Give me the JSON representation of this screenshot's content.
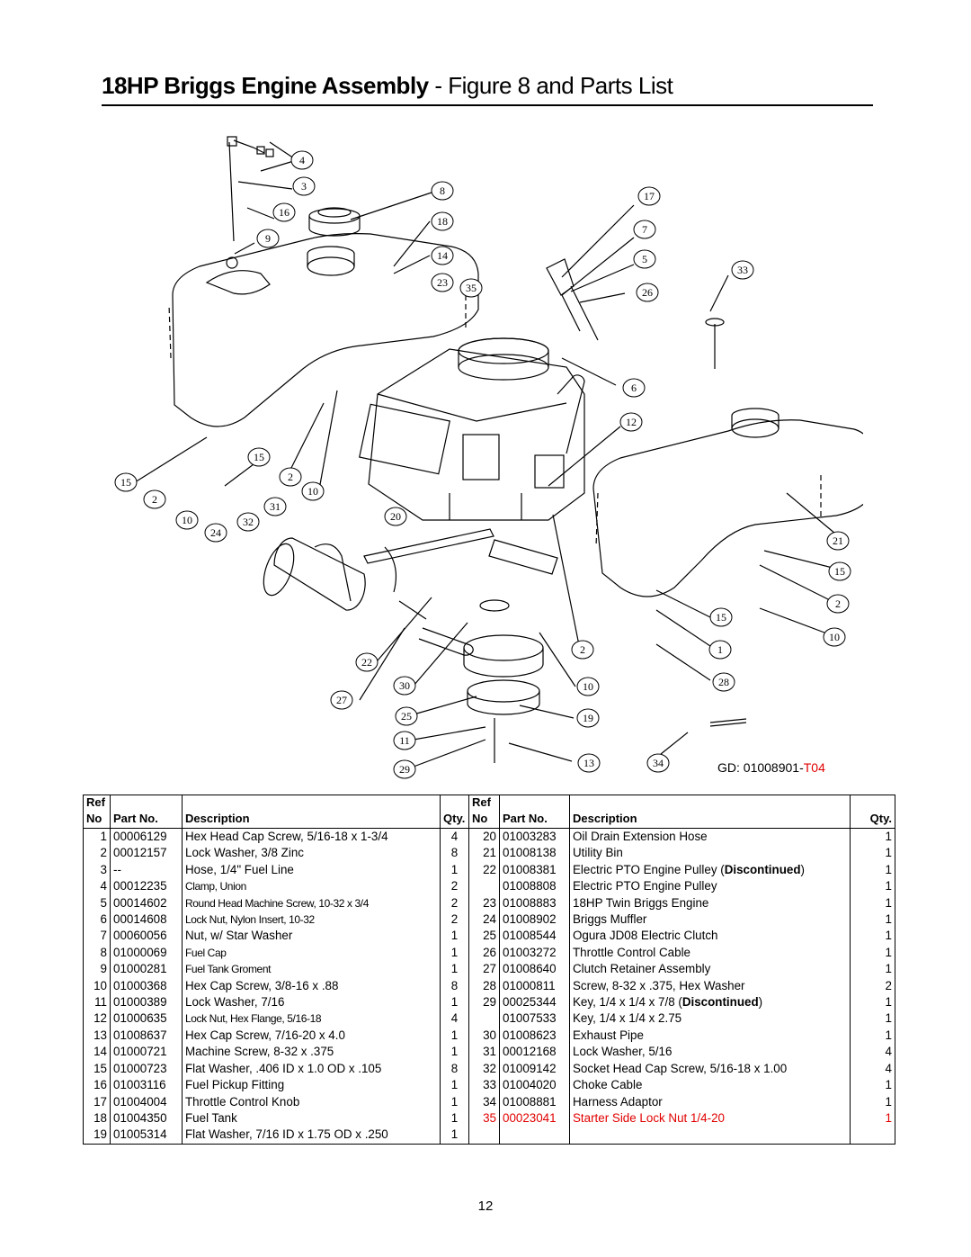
{
  "title": {
    "bold": "18HP Briggs Engine Assembly",
    "rest": " - Figure 8 and Parts List"
  },
  "drawing_id": {
    "prefix": "GD: 01008901-",
    "suffix": "T04"
  },
  "callouts": [
    "4",
    "3",
    "16",
    "9",
    "8",
    "18",
    "14",
    "23",
    "35",
    "17",
    "7",
    "5",
    "33",
    "26",
    "6",
    "12",
    "15",
    "2",
    "10",
    "15",
    "2",
    "10",
    "31",
    "32",
    "24",
    "20",
    "21",
    "15",
    "2",
    "15",
    "10",
    "1",
    "2",
    "28",
    "22",
    "30",
    "27",
    "10",
    "25",
    "19",
    "11",
    "13",
    "34",
    "29"
  ],
  "table": {
    "header": {
      "ref1": "Ref",
      "no": "No",
      "part": "Part No.",
      "desc": "Description",
      "qty": "Qty."
    },
    "left": [
      {
        "ref": "1",
        "part": "00006129",
        "desc": "Hex Head Cap Screw, 5/16-18 x 1-3/4",
        "qty": "4"
      },
      {
        "ref": "2",
        "part": "00012157",
        "desc": "Lock Washer, 3/8 Zinc",
        "qty": "8"
      },
      {
        "ref": "3",
        "part": "--",
        "desc": "Hose, 1/4\" Fuel Line",
        "qty": "1"
      },
      {
        "ref": "4",
        "part": "00012235",
        "desc": "Clamp, Union",
        "qty": "2"
      },
      {
        "ref": "5",
        "part": "00014602",
        "desc": "Round Head Machine Screw, 10-32 x 3/4",
        "qty": "2"
      },
      {
        "ref": "6",
        "part": "00014608",
        "desc": "Lock Nut, Nylon Insert, 10-32",
        "qty": "2"
      },
      {
        "ref": "7",
        "part": "00060056",
        "desc": "Nut, w/ Star Washer",
        "qty": "1"
      },
      {
        "ref": "8",
        "part": "01000069",
        "desc": "Fuel Cap",
        "qty": "1"
      },
      {
        "ref": "9",
        "part": "01000281",
        "desc": "Fuel Tank Groment",
        "qty": "1"
      },
      {
        "ref": "10",
        "part": "01000368",
        "desc": "Hex Cap Screw, 3/8-16 x .88",
        "qty": "8"
      },
      {
        "ref": "11",
        "part": "01000389",
        "desc": "Lock Washer, 7/16",
        "qty": "1"
      },
      {
        "ref": "12",
        "part": "01000635",
        "desc": "Lock Nut, Hex Flange, 5/16-18",
        "qty": "4"
      },
      {
        "ref": "13",
        "part": "01008637",
        "desc": "Hex Cap Screw, 7/16-20 x 4.0",
        "qty": "1"
      },
      {
        "ref": "14",
        "part": "01000721",
        "desc": "Machine Screw, 8-32 x .375",
        "qty": "1"
      },
      {
        "ref": "15",
        "part": "01000723",
        "desc": "Flat Washer, .406 ID x 1.0 OD x .105",
        "qty": "8"
      },
      {
        "ref": "16",
        "part": "01003116",
        "desc": "Fuel Pickup Fitting",
        "qty": "1"
      },
      {
        "ref": "17",
        "part": "01004004",
        "desc": "Throttle Control Knob",
        "qty": "1"
      },
      {
        "ref": "18",
        "part": "01004350",
        "desc": "Fuel Tank",
        "qty": "1"
      },
      {
        "ref": "19",
        "part": "01005314",
        "desc": "Flat Washer, 7/16 ID x 1.75 OD x .250",
        "qty": "1"
      }
    ],
    "right": [
      {
        "ref": "20",
        "part": "01003283",
        "desc": "Oil Drain Extension Hose",
        "qty": "1"
      },
      {
        "ref": "21",
        "part": "01008138",
        "desc": "Utility Bin",
        "qty": "1"
      },
      {
        "ref": "22",
        "part": "01008381",
        "desc": "Electric PTO Engine Pulley (",
        "desc_bold": "Discontinued",
        "desc_end": ")",
        "qty": "1"
      },
      {
        "ref": "",
        "part": "01008808",
        "desc": "Electric PTO Engine Pulley",
        "qty": "1"
      },
      {
        "ref": "23",
        "part": "01008883",
        "desc": "18HP Twin Briggs Engine",
        "qty": "1"
      },
      {
        "ref": "24",
        "part": "01008902",
        "desc": "Briggs Muffler",
        "qty": "1"
      },
      {
        "ref": "25",
        "part": "01008544",
        "desc": "Ogura JD08 Electric Clutch",
        "qty": "1"
      },
      {
        "ref": "26",
        "part": "01003272",
        "desc": "Throttle Control Cable",
        "qty": "1"
      },
      {
        "ref": "27",
        "part": "01008640",
        "desc": "Clutch Retainer Assembly",
        "qty": "1"
      },
      {
        "ref": "28",
        "part": "01000811",
        "desc": "Screw, 8-32 x .375, Hex Washer",
        "qty": "2"
      },
      {
        "ref": "29",
        "part": "00025344",
        "desc": "Key, 1/4 x 1/4 x 7/8 (",
        "desc_bold": "Discontinued",
        "desc_end": ")",
        "qty": "1"
      },
      {
        "ref": "",
        "part": "01007533",
        "desc": "Key, 1/4 x 1/4 x 2.75",
        "qty": "1"
      },
      {
        "ref": "30",
        "part": "01008623",
        "desc": "Exhaust Pipe",
        "qty": "1"
      },
      {
        "ref": "31",
        "part": "00012168",
        "desc": "Lock Washer, 5/16",
        "qty": "4"
      },
      {
        "ref": "32",
        "part": "01009142",
        "desc": "Socket Head Cap Screw, 5/16-18 x 1.00",
        "qty": "4"
      },
      {
        "ref": "33",
        "part": "01004020",
        "desc": "Choke Cable",
        "qty": "1"
      },
      {
        "ref": "34",
        "part": "01008881",
        "desc": "Harness Adaptor",
        "qty": "1"
      },
      {
        "ref": "35",
        "part": "00023041",
        "desc": "Starter Side Lock Nut 1/4-20",
        "qty": "1",
        "highlight": true
      },
      {
        "ref": "",
        "part": "",
        "desc": "",
        "qty": ""
      }
    ]
  },
  "page_number": "12",
  "colors": {
    "highlight": "#e10000"
  }
}
